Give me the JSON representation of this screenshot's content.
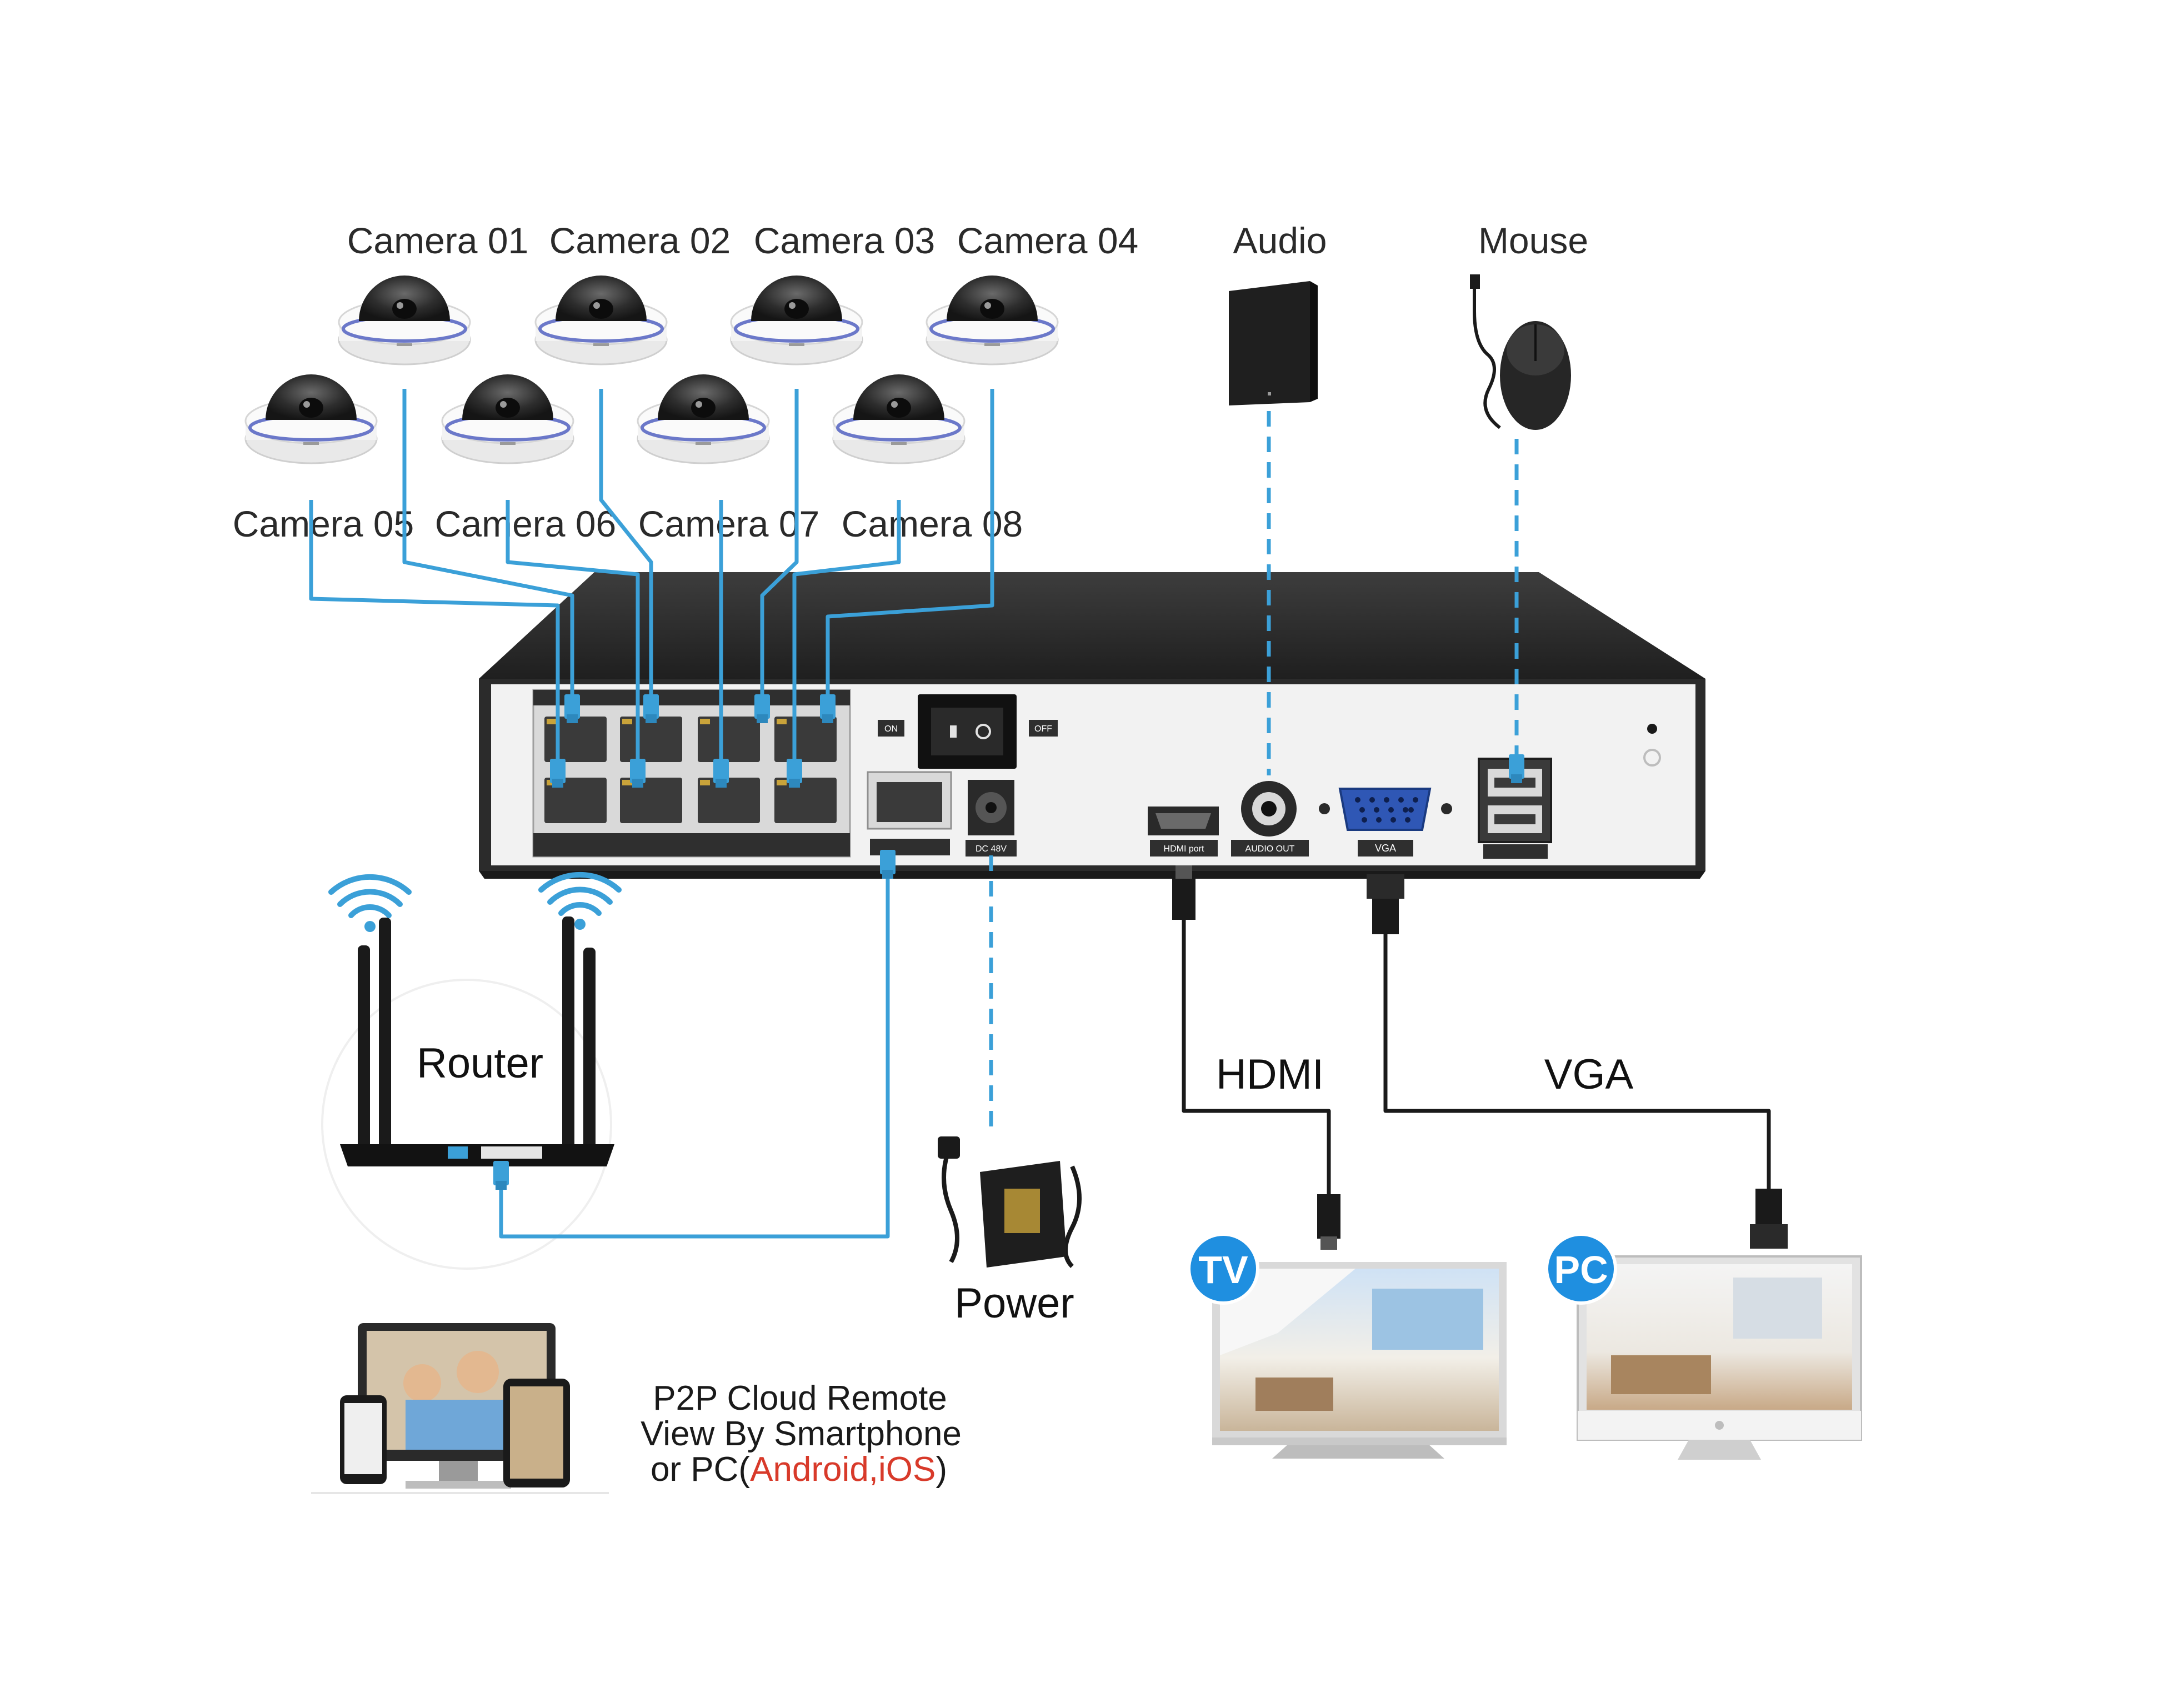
{
  "cameras": {
    "top": [
      "Camera 01",
      "Camera 02",
      "Camera 03",
      "Camera 04"
    ],
    "bottom": [
      "Camera 05",
      "Camera 06",
      "Camera 07",
      "Camera 08"
    ]
  },
  "peripherals": {
    "audio": "Audio",
    "mouse": "Mouse"
  },
  "cables": {
    "hdmi": "HDMI",
    "vga": "VGA"
  },
  "devices": {
    "router": "Router",
    "power": "Power"
  },
  "badges": {
    "tv": "TV",
    "pc": "PC"
  },
  "p2p": {
    "line1": "P2P Cloud Remote",
    "line2": "View By Smartphone",
    "line3_prefix": "or PC(",
    "line3_highlight": "Android,iOS",
    "line3_suffix": ")"
  },
  "nvr_ports": {
    "on": "ON",
    "off": "OFF",
    "hdmi": "HDMI port",
    "audio_out": "AUDIO OUT",
    "vga": "VGA",
    "power": "DC 48V"
  },
  "colors": {
    "cable": "#3ba0d8",
    "nvr_body": "#2b2b2b",
    "panel": "#f2f2f2",
    "badge": "#1f8fe0",
    "highlight": "#d83a2a"
  }
}
